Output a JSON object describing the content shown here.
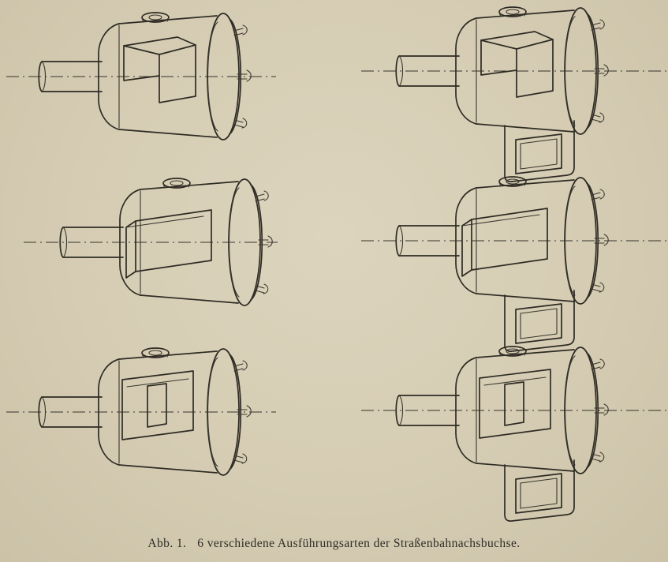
{
  "page": {
    "background_color": "#d5ccb3",
    "ink_color": "#2e2b24"
  },
  "figure": {
    "caption_label": "Abb. 1.",
    "caption_text": "6 verschiedene Ausführungsarten der Straßenbahnachsbuchse.",
    "drawing_count": 6,
    "columns": 2,
    "rows": 3
  }
}
